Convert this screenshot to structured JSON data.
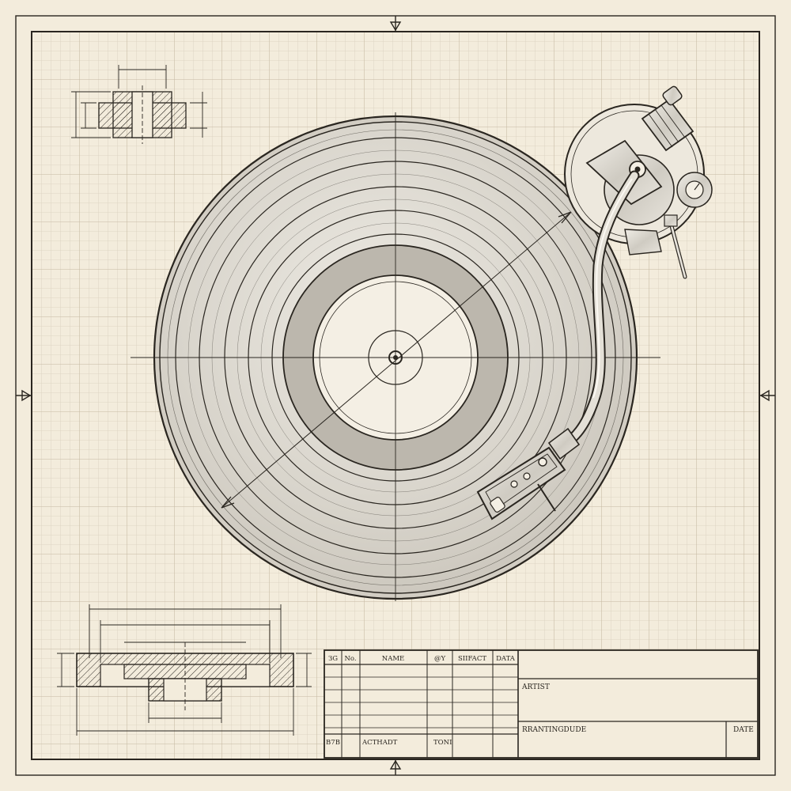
{
  "colors": {
    "paper": "#f3ecdc",
    "ink": "#2a2620",
    "grid_minor": "#d9cfbd",
    "grid_major": "#c6b9a2",
    "record_fill": "#dedad1",
    "label_fill": "#f4efe4",
    "metal": "#cfcbc2"
  },
  "icons": {
    "registration_marks": "triangle-arrow-icon",
    "spindle": "spindle-icon",
    "tonearm": "tonearm-icon",
    "headshell": "headshell-icon",
    "counterweight": "counterweight-icon"
  },
  "title_block": {
    "headers": [
      "ЗG",
      "No.",
      "NAME",
      "@Y",
      "SIIFACT",
      "DATA"
    ],
    "footer": [
      "B7B",
      "ACTHADT",
      "TONI"
    ],
    "artist_label": "ARTIST",
    "rranting_label": "RRANTINGDUDE",
    "date_label": "DATE"
  }
}
